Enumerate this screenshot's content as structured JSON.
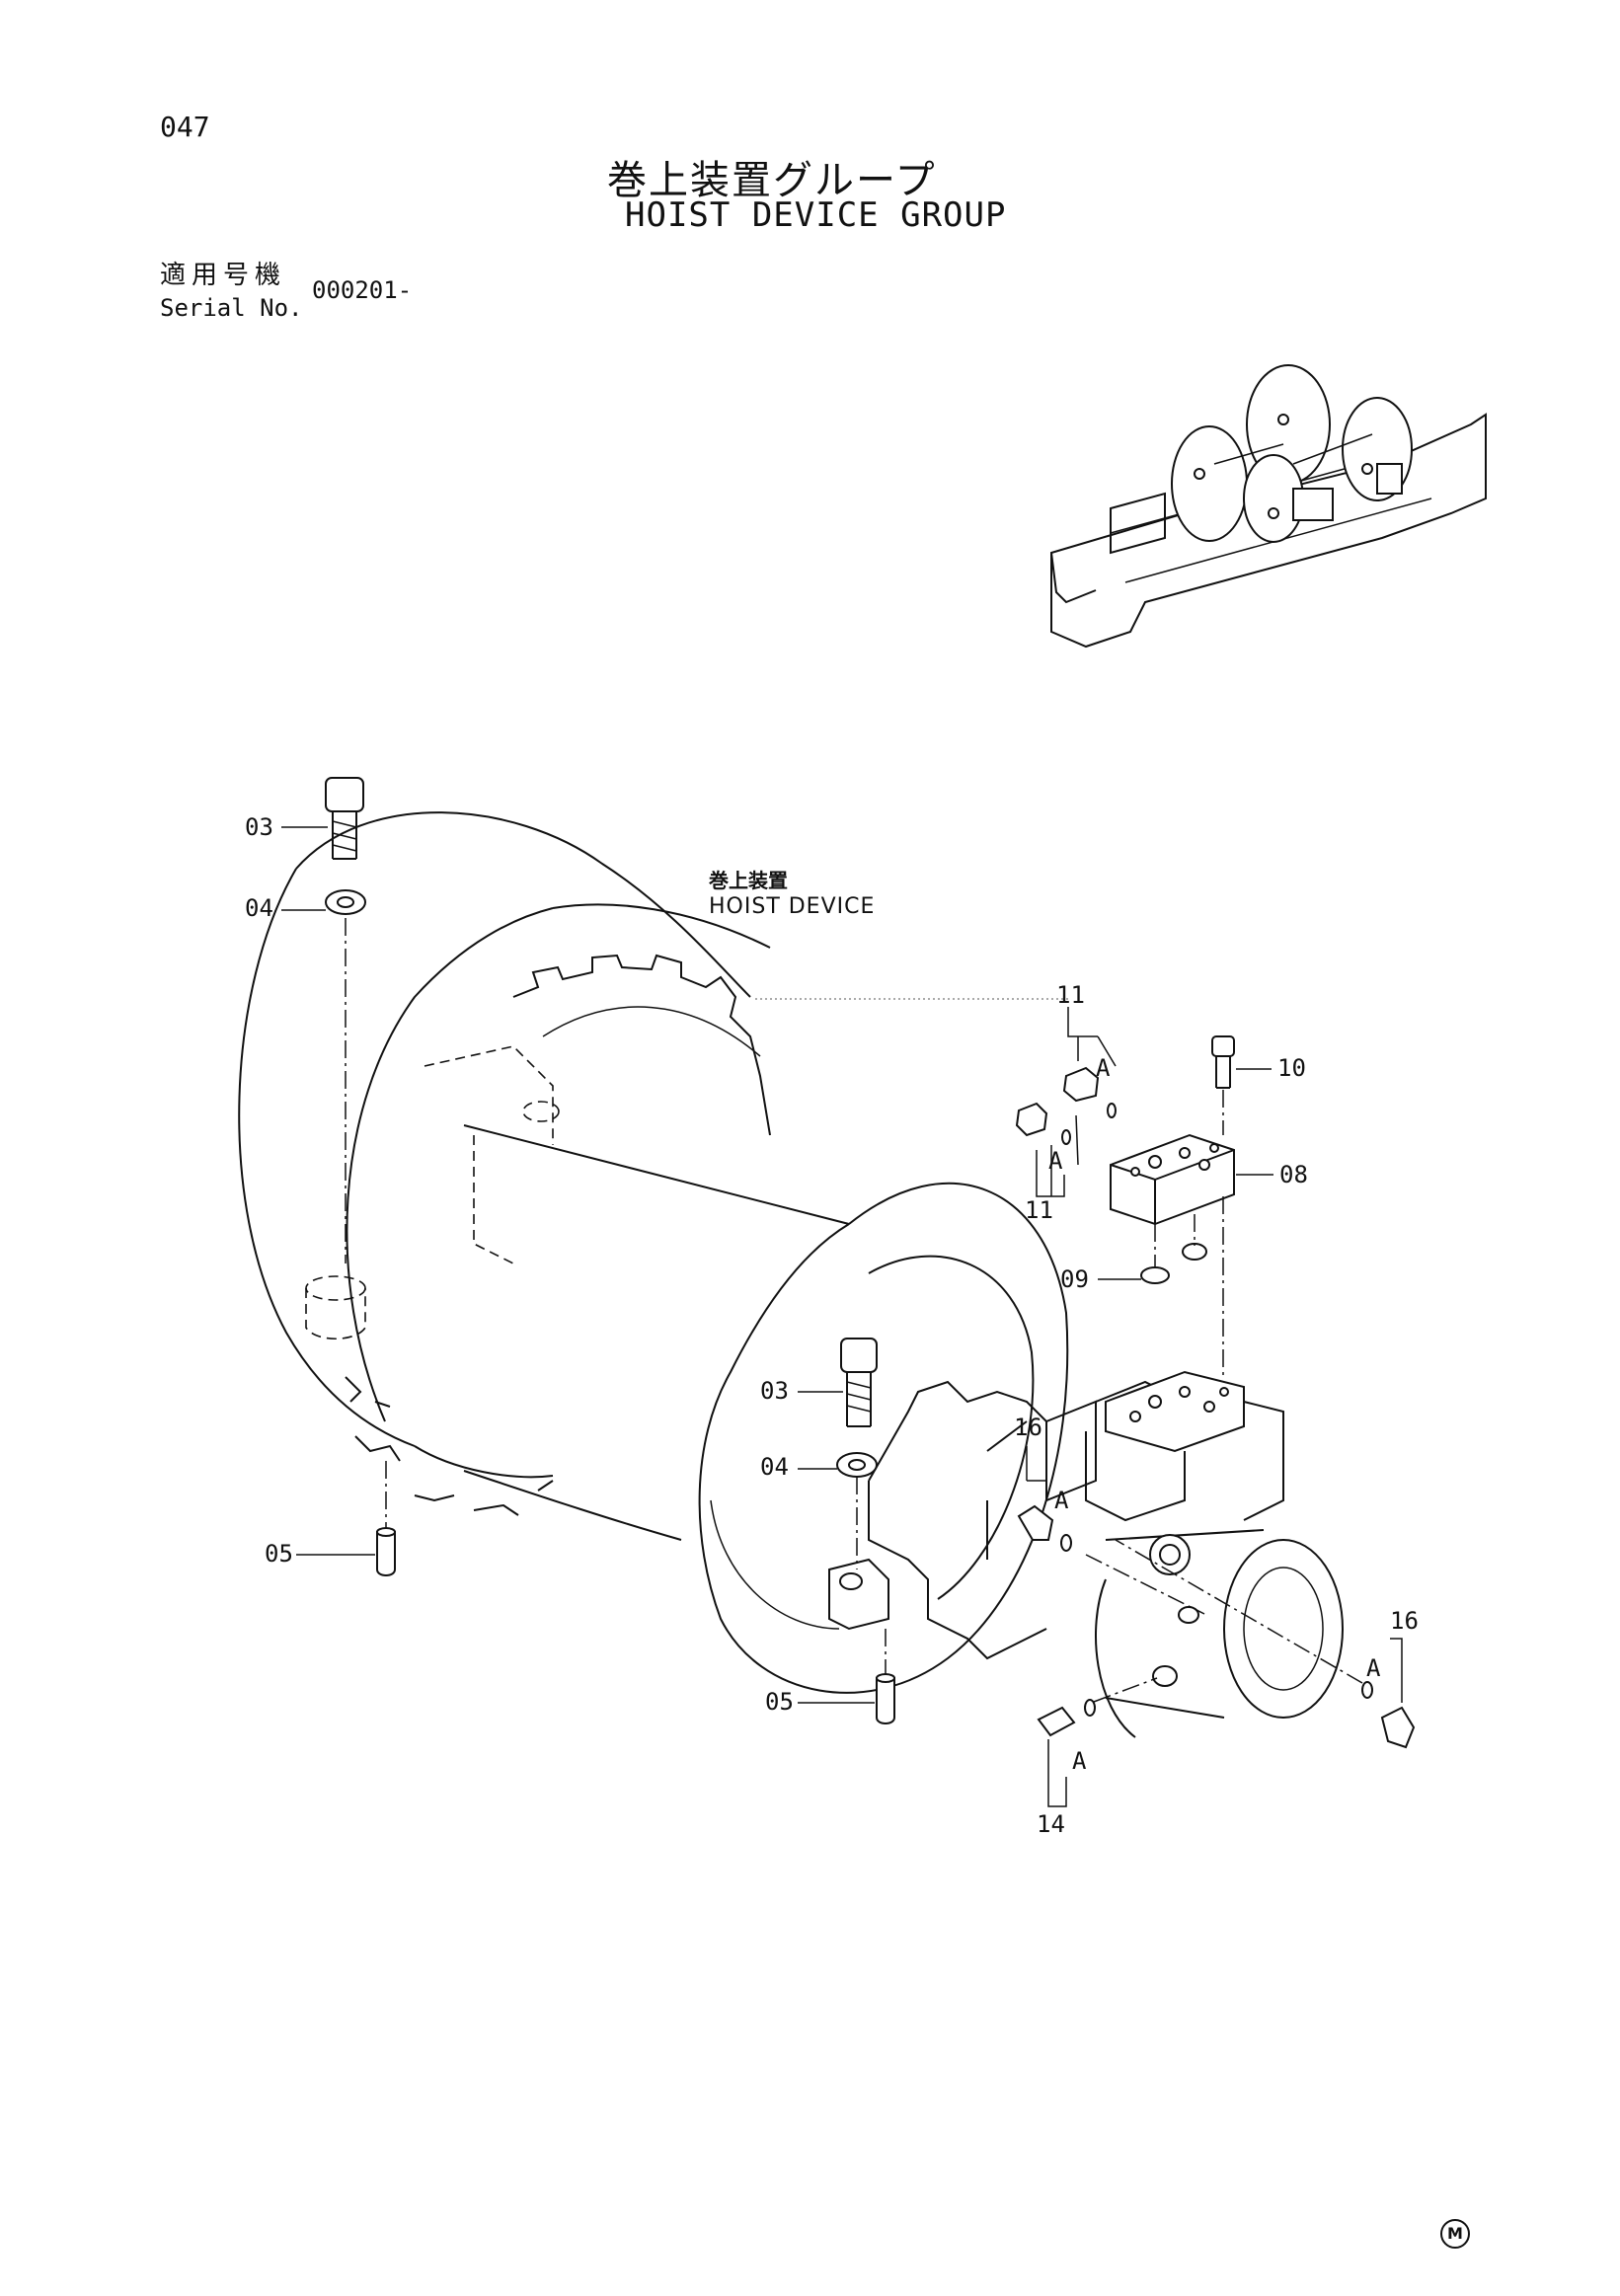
{
  "header": {
    "page_number": "047",
    "title_ja": "巻上装置グループ",
    "title_en": "HOIST DEVICE GROUP",
    "serial_label_ja": "適用号機",
    "serial_label_en": "Serial No.",
    "serial_value": "000201-"
  },
  "assembly_label": {
    "ja": "巻上装置",
    "en": "HOIST DEVICE"
  },
  "callouts": {
    "c03_upper": "03",
    "c04_upper": "04",
    "c05_left": "05",
    "c03_lower": "03",
    "c04_lower": "04",
    "c05_lower": "05",
    "c11_top": "11",
    "c11_bottom": "11",
    "c10": "10",
    "c08": "08",
    "c09": "09",
    "c16_left": "16",
    "c16_right": "16",
    "c14": "14",
    "a_top": "A",
    "a_left": "A",
    "a_mid": "A",
    "a_right": "A",
    "a_bottom": "A"
  },
  "footer": {
    "mark": "M"
  }
}
